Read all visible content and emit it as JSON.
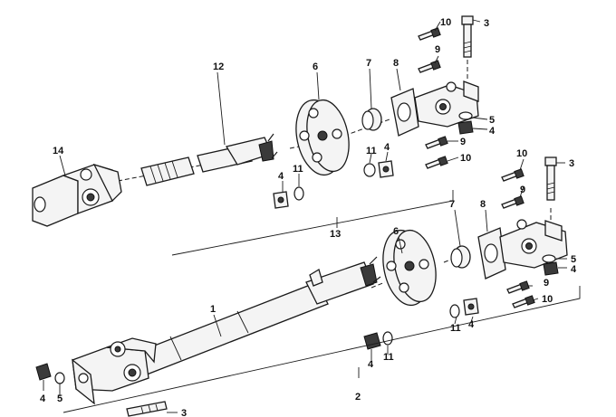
{
  "callouts": {
    "c1": "1",
    "c2": "2",
    "c3a": "3",
    "c3b": "3",
    "c3c": "3",
    "c4a": "4",
    "c4b": "4",
    "c4c": "4",
    "c4d": "4",
    "c4e": "4",
    "c4f": "4",
    "c4g": "4",
    "c5a": "5",
    "c5b": "5",
    "c5c": "5",
    "c6a": "6",
    "c6b": "6",
    "c7a": "7",
    "c7b": "7",
    "c8a": "8",
    "c8b": "8",
    "c9a": "9",
    "c9b": "9",
    "c9c": "9",
    "c9d": "9",
    "c10a": "10",
    "c10b": "10",
    "c10c": "10",
    "c10d": "10",
    "c11a": "11",
    "c11b": "11",
    "c11c": "11",
    "c11d": "11",
    "c12": "12",
    "c13": "13",
    "c14": "14"
  }
}
